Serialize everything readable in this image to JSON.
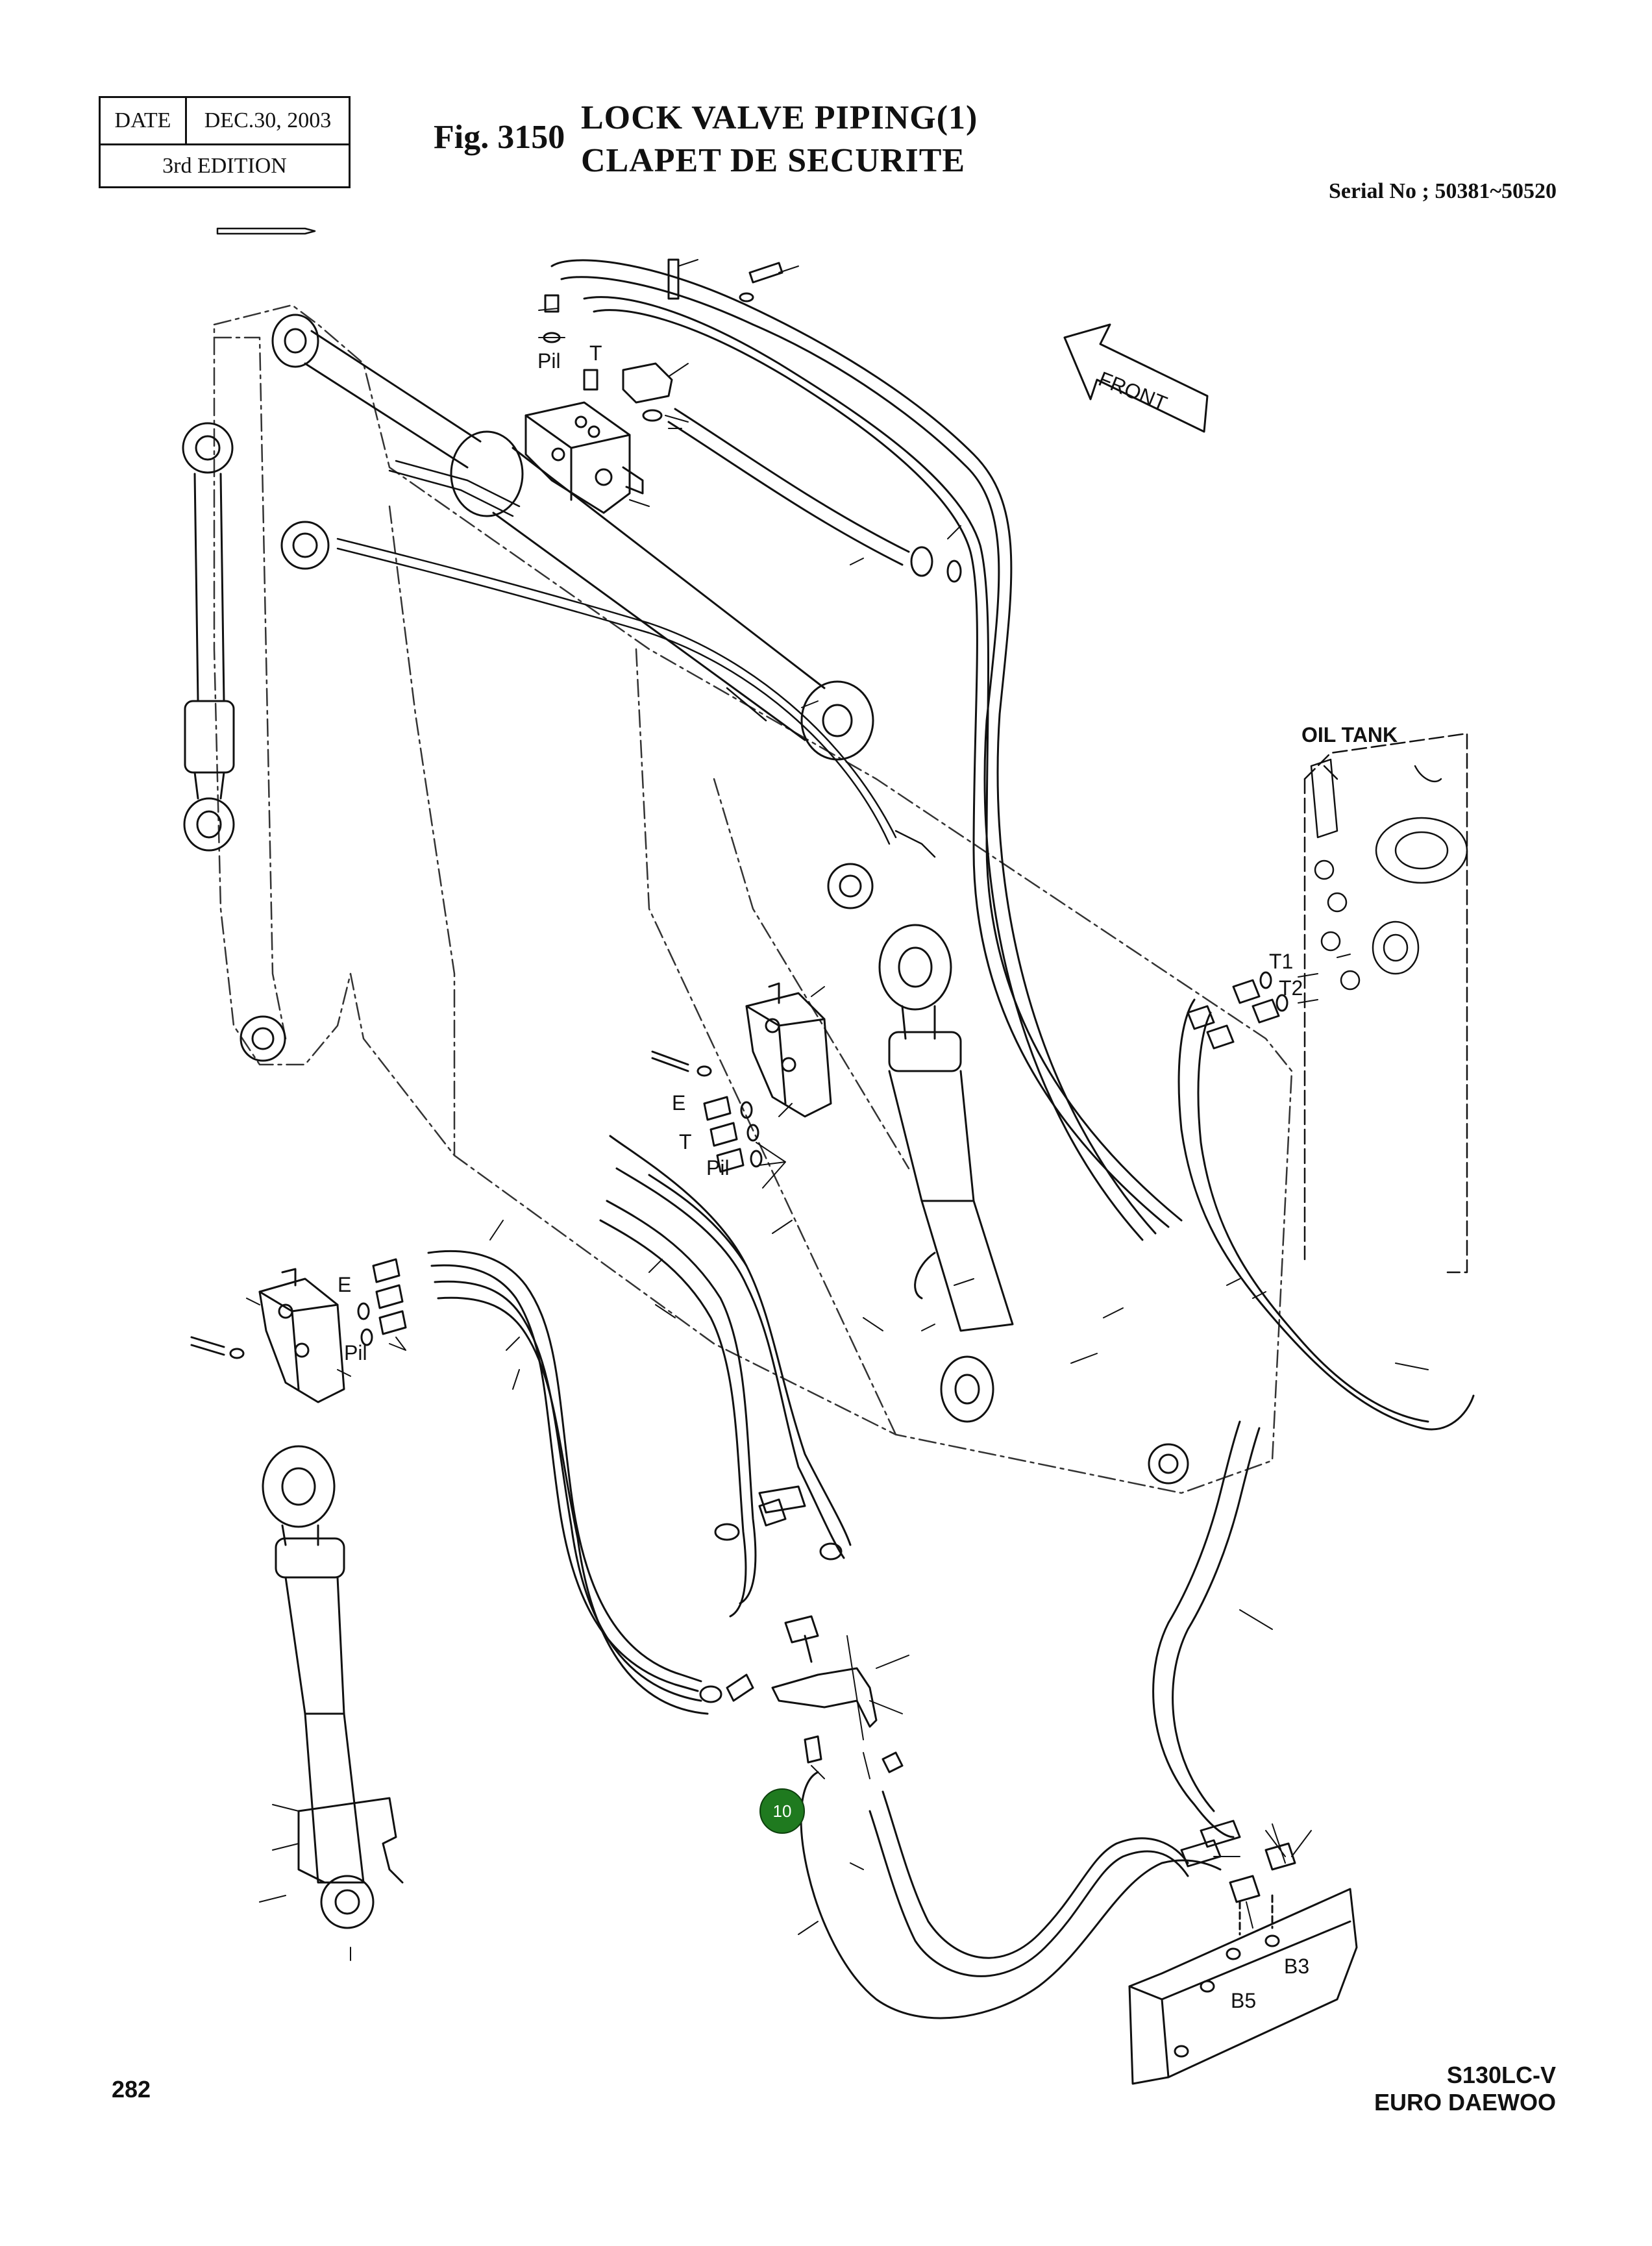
{
  "header": {
    "date_label": "DATE",
    "date_value": "DEC.30, 2003",
    "edition": "3rd  EDITION",
    "fig_number": "Fig. 3150",
    "title_en": "LOCK VALVE PIPING(1)",
    "title_fr": "CLAPET DE SECURITE",
    "serial": "Serial No ; 50381~50520"
  },
  "labels": {
    "front": "FRONT",
    "oil_tank": "OIL TANK",
    "pil_top": "Pil",
    "t_top": "T",
    "e_mid": "E",
    "t_mid": "T",
    "pil_mid": "Pil",
    "e_left": "E",
    "pil_left": "Pil",
    "t1": "T1",
    "t2": "T2",
    "b3": "B3",
    "b5": "B5"
  },
  "callout": {
    "number": "10",
    "color": "#1f7a1f"
  },
  "footer": {
    "page": "282",
    "model": "S130LC-V",
    "maker": "EURO DAEWOO"
  }
}
